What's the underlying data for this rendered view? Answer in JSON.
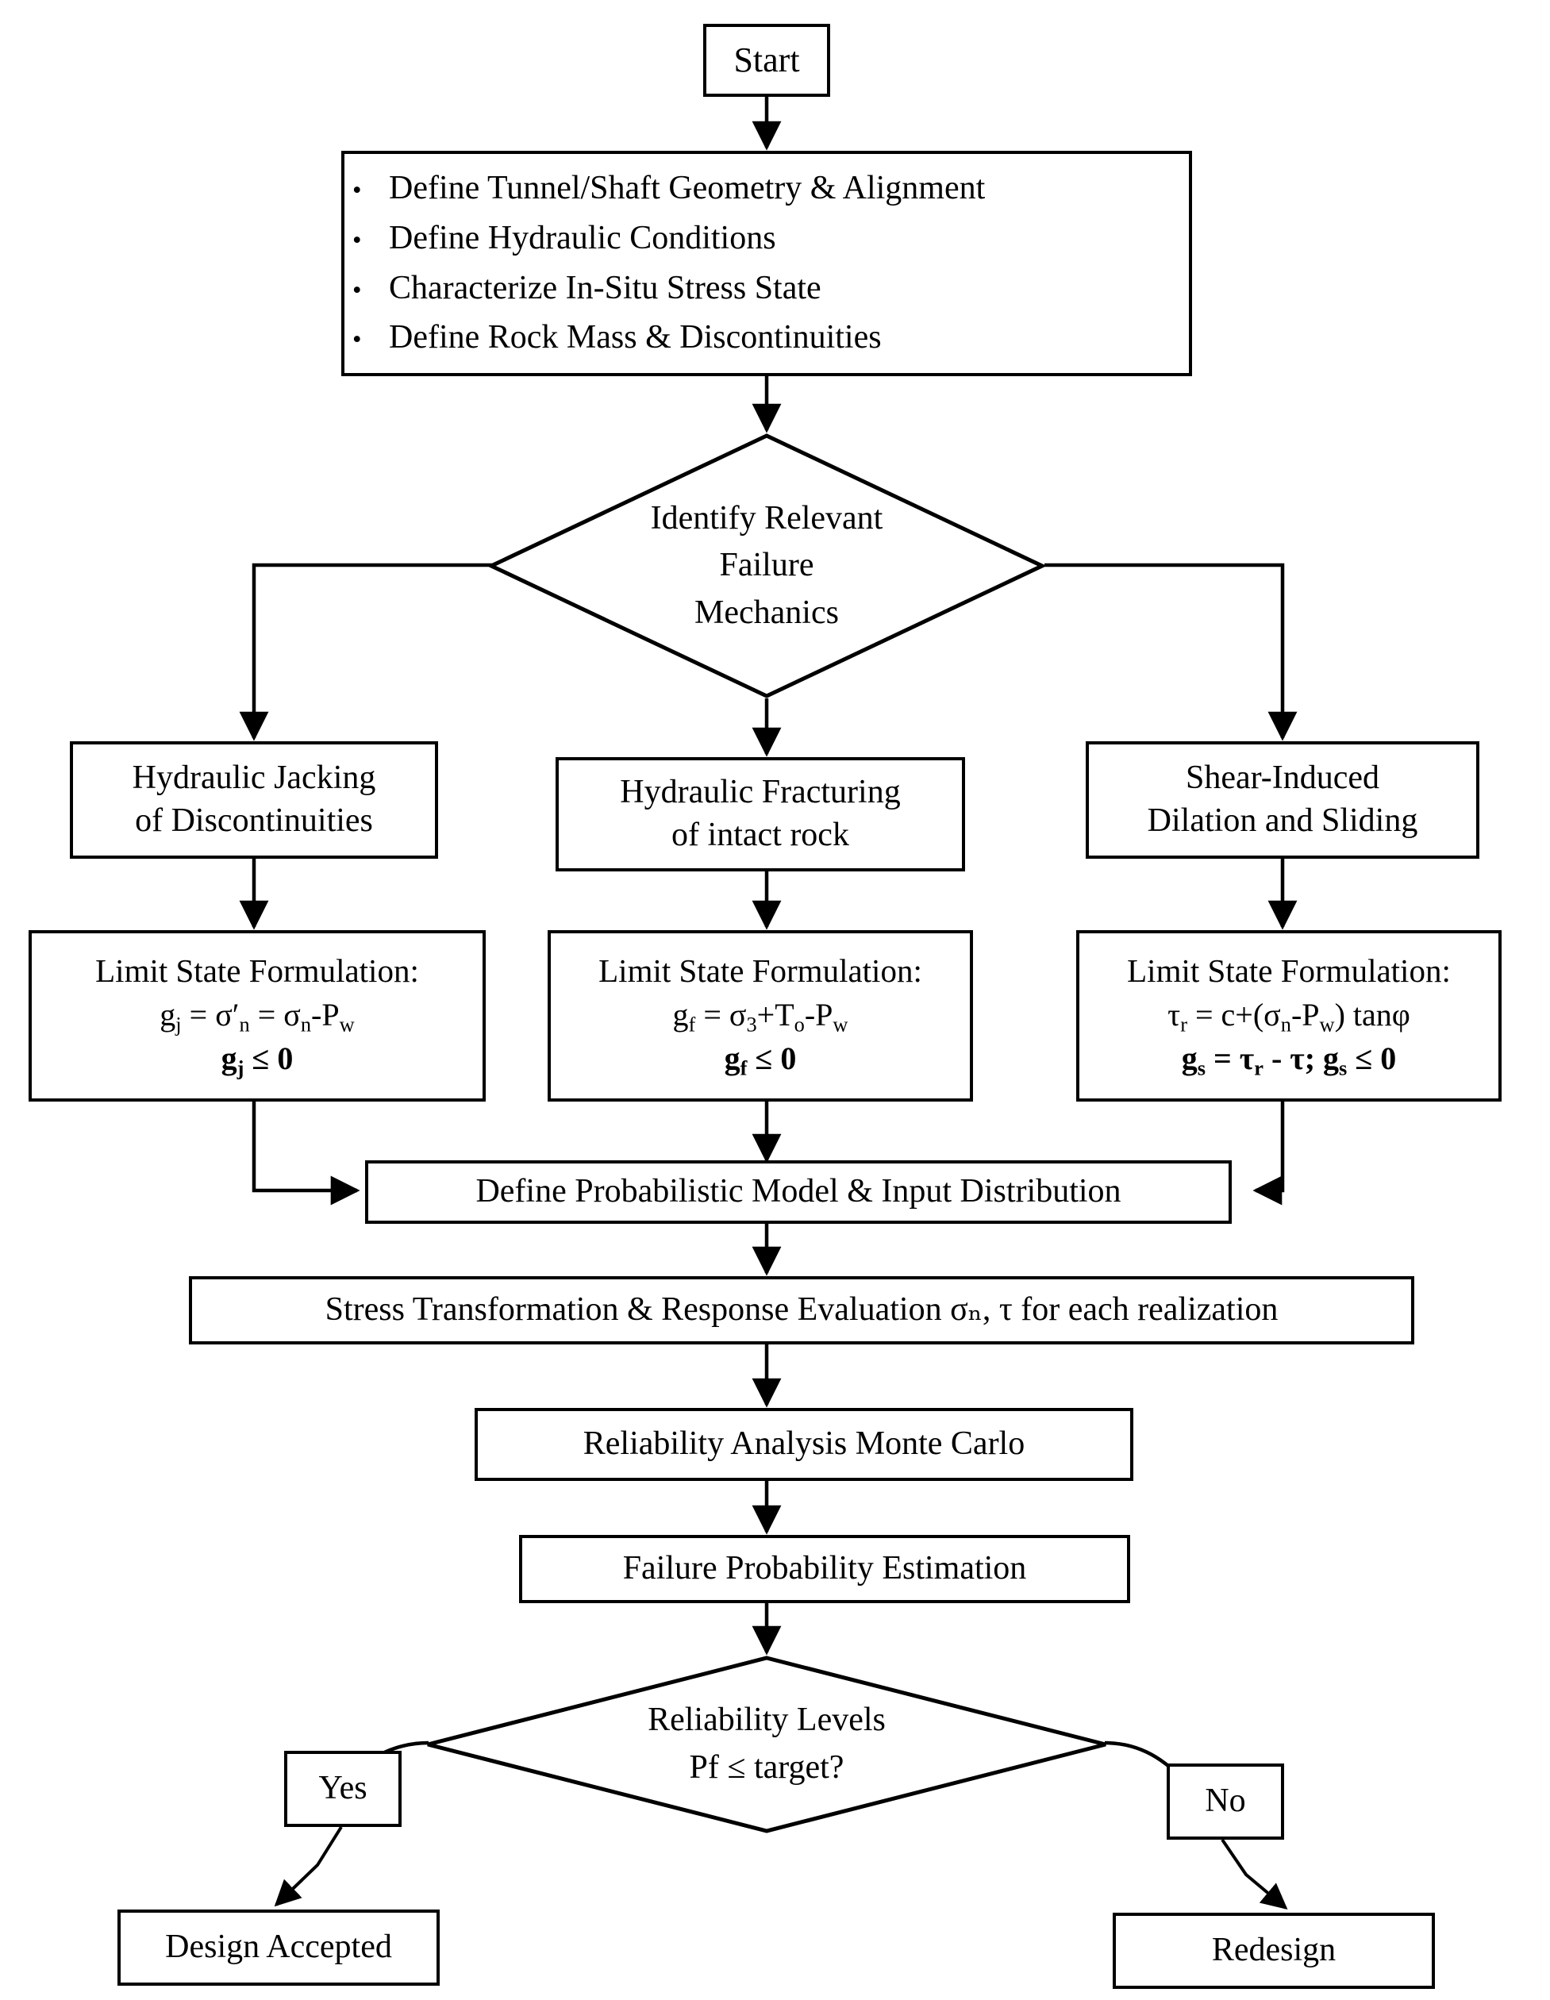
{
  "diagram": {
    "type": "flowchart",
    "title": "Probabilistic hydraulic failure reliability assessment workflow",
    "colors": {
      "stroke": "#000000",
      "fill": "#ffffff",
      "text": "#000000"
    }
  },
  "nodes": {
    "start": {
      "label": "Start",
      "shape": "rect"
    },
    "inputs": {
      "shape": "rect",
      "bullets": [
        "Define Tunnel/Shaft Geometry  & Alignment",
        "Define Hydraulic Conditions",
        "Characterize In-Situ Stress State",
        "Define Rock Mass & Discontinuities"
      ],
      "bullet_glyph": "•"
    },
    "identify": {
      "shape": "diamond",
      "line1": "Identify Relevant",
      "line2": "Failure",
      "line3": "Mechanics"
    },
    "jacking": {
      "shape": "rect",
      "line1": "Hydraulic Jacking",
      "line2": "of Discontinuities"
    },
    "fracturing": {
      "shape": "rect",
      "line1": "Hydraulic Fracturing",
      "line2": "of intact rock"
    },
    "shear": {
      "shape": "rect",
      "line1": "Shear-Induced",
      "line2": "Dilation and Sliding"
    },
    "limit_jacking": {
      "shape": "rect",
      "title": "Limit State Formulation:",
      "equation": "gⱼ = σ′ₙ = σₙ-P_w",
      "condition": "gⱼ ≤ 0"
    },
    "limit_fracturing": {
      "shape": "rect",
      "title": "Limit State Formulation:",
      "equation": "g_f = σ₃+Tₒ-P_w",
      "condition": "g_f ≤ 0"
    },
    "limit_shear": {
      "shape": "rect",
      "title": "Limit State Formulation:",
      "equation": "τᵣ = c+(σₙ-P_w) tanϕ",
      "condition": "g_s = τᵣ - τ; g_s ≤ 0"
    },
    "probabilistic": {
      "shape": "rect",
      "label": "Define Probabilistic Model & Input Distribution"
    },
    "stress": {
      "shape": "rect",
      "label": "Stress Transformation & Response Evaluation σₙ, τ for each realization"
    },
    "montecarlo": {
      "shape": "rect",
      "label": "Reliability Analysis Monte Carlo"
    },
    "failureprob": {
      "shape": "rect",
      "label": "Failure Probability Estimation"
    },
    "reliability": {
      "shape": "diamond",
      "line1": "Reliability Levels",
      "line2": "Pf ≤ target?"
    },
    "yes": {
      "shape": "rect",
      "label": "Yes"
    },
    "no": {
      "shape": "rect",
      "label": "No"
    },
    "accepted": {
      "shape": "rect",
      "label": "Design Accepted"
    },
    "redesign": {
      "shape": "rect",
      "label": "Redesign"
    }
  },
  "edges": [
    {
      "from": "start",
      "to": "inputs",
      "style": "arrow-down"
    },
    {
      "from": "inputs",
      "to": "identify",
      "style": "arrow-down"
    },
    {
      "from": "identify",
      "to": "jacking",
      "style": "elbow-left-down"
    },
    {
      "from": "identify",
      "to": "fracturing",
      "style": "arrow-down"
    },
    {
      "from": "identify",
      "to": "shear",
      "style": "elbow-right-down"
    },
    {
      "from": "jacking",
      "to": "limit_jacking",
      "style": "arrow-down"
    },
    {
      "from": "fracturing",
      "to": "limit_fracturing",
      "style": "arrow-down"
    },
    {
      "from": "shear",
      "to": "limit_shear",
      "style": "arrow-down"
    },
    {
      "from": "limit_jacking",
      "to": "probabilistic",
      "style": "elbow-down-right"
    },
    {
      "from": "limit_fracturing",
      "to": "probabilistic",
      "style": "arrow-down"
    },
    {
      "from": "limit_shear",
      "to": "probabilistic",
      "style": "elbow-down-left"
    },
    {
      "from": "probabilistic",
      "to": "stress",
      "style": "arrow-down"
    },
    {
      "from": "stress",
      "to": "montecarlo",
      "style": "arrow-down"
    },
    {
      "from": "montecarlo",
      "to": "failureprob",
      "style": "arrow-down"
    },
    {
      "from": "failureprob",
      "to": "reliability",
      "style": "arrow-down"
    },
    {
      "from": "reliability",
      "to": "yes",
      "style": "curve-left"
    },
    {
      "from": "reliability",
      "to": "no",
      "style": "curve-right"
    },
    {
      "from": "yes",
      "to": "accepted",
      "style": "curve-down"
    },
    {
      "from": "no",
      "to": "redesign",
      "style": "curve-down"
    }
  ]
}
